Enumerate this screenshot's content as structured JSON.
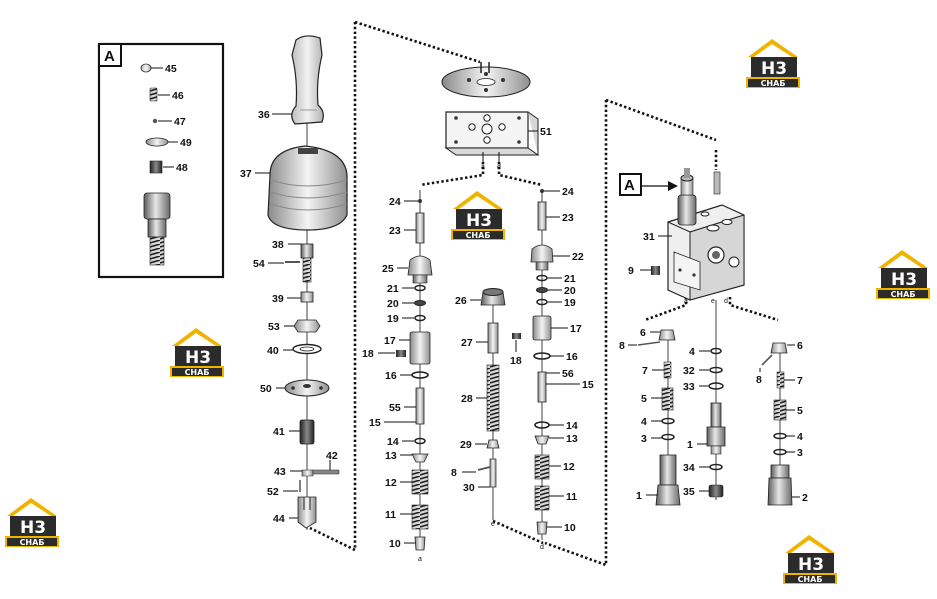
{
  "logo": {
    "mark": "H3",
    "word": "СНАБ",
    "colors": {
      "gold": "#f0b400",
      "dark": "#2b2b2b",
      "white": "#ffffff"
    }
  },
  "inset": {
    "title": "A"
  },
  "callout_a": "A",
  "port_letters": {
    "a": "a",
    "d": "d",
    "e": "e"
  },
  "parts": {
    "p45": "45",
    "p46": "46",
    "p47": "47",
    "p49": "49",
    "p48": "48",
    "p36": "36",
    "p37": "37",
    "p38": "38",
    "p54": "54",
    "p39": "39",
    "p53": "53",
    "p40": "40",
    "p50": "50",
    "p41": "41",
    "p42": "42",
    "p43": "43",
    "p52": "52",
    "p44": "44",
    "p51": "51",
    "l24": "24",
    "l23": "23",
    "l25": "25",
    "l21": "21",
    "l20": "20",
    "l19": "19",
    "l17": "17",
    "l18": "18",
    "l16": "16",
    "l55": "55",
    "l15": "15",
    "l14": "14",
    "l13": "13",
    "l12": "12",
    "l11": "11",
    "l10": "10",
    "m26": "26",
    "m27": "27",
    "m28": "28",
    "m29": "29",
    "m8": "8",
    "m30": "30",
    "m18": "18",
    "r24": "24",
    "r23": "23",
    "r22": "22",
    "r21": "21",
    "r20": "20",
    "r19": "19",
    "r17": "17",
    "r16": "16",
    "r56": "56",
    "r15": "15",
    "r14": "14",
    "r13": "13",
    "r12": "12",
    "r11": "11",
    "r10": "10",
    "v31": "31",
    "v9": "9",
    "a6": "6",
    "a8": "8",
    "a7": "7",
    "a5": "5",
    "a4": "4",
    "a3": "3",
    "a1": "1",
    "b4": "4",
    "b32": "32",
    "b33": "33",
    "b1": "1",
    "b34": "34",
    "b35": "35",
    "c6": "6",
    "c8": "8",
    "c7": "7",
    "c5": "5",
    "c4": "4",
    "c3": "3",
    "c2": "2"
  }
}
